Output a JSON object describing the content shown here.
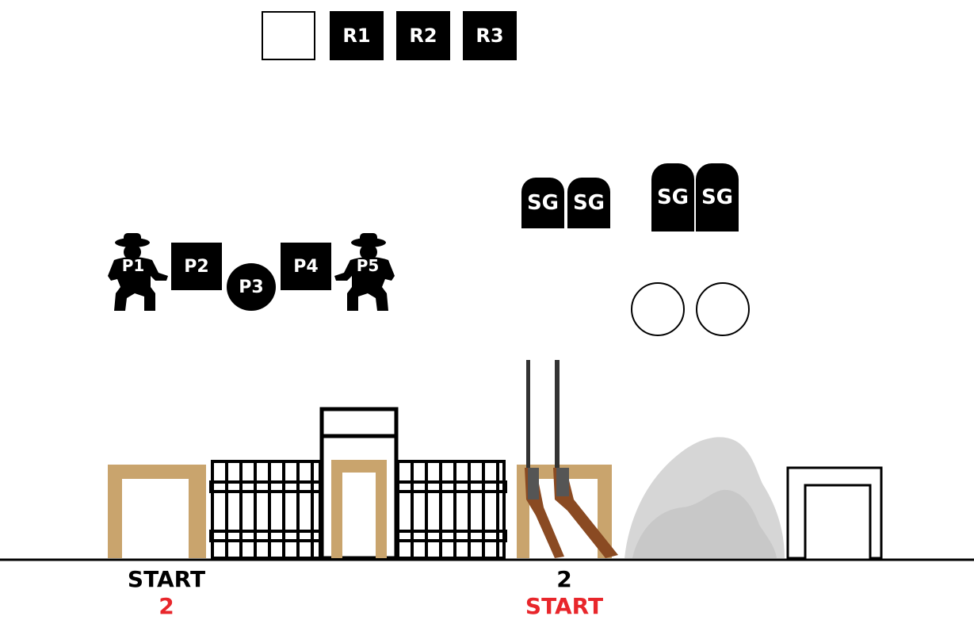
{
  "targets": {
    "rifle": [
      "R1",
      "R2",
      "R3"
    ],
    "pistol": [
      "P1",
      "P2",
      "P3",
      "P4",
      "P5"
    ],
    "shotgun": [
      "SG",
      "SG",
      "SG",
      "SG"
    ]
  },
  "labels": {
    "left_position": "START",
    "left_number": "2",
    "right_number": "2",
    "right_position": "START"
  },
  "colors": {
    "start_red": "#e8262b",
    "wood": "#c9a46d",
    "rock": "#d6d6d6"
  },
  "icons": {
    "pistol_bad_guy": "bad-guy-silhouette-icon",
    "long_guns": "rifle-and-shotgun-icon",
    "rock": "boulder-icon"
  }
}
